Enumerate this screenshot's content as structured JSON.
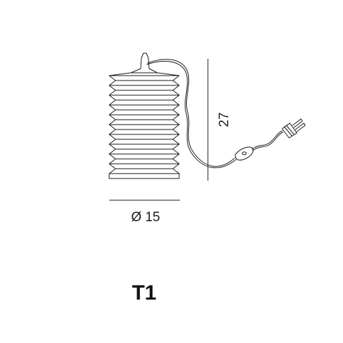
{
  "dimensions": {
    "height_label": "27",
    "diameter_label": "Ø 15"
  },
  "model": {
    "code": "T1"
  },
  "colors": {
    "line": "#1a1a1a",
    "background": "#ffffff"
  }
}
